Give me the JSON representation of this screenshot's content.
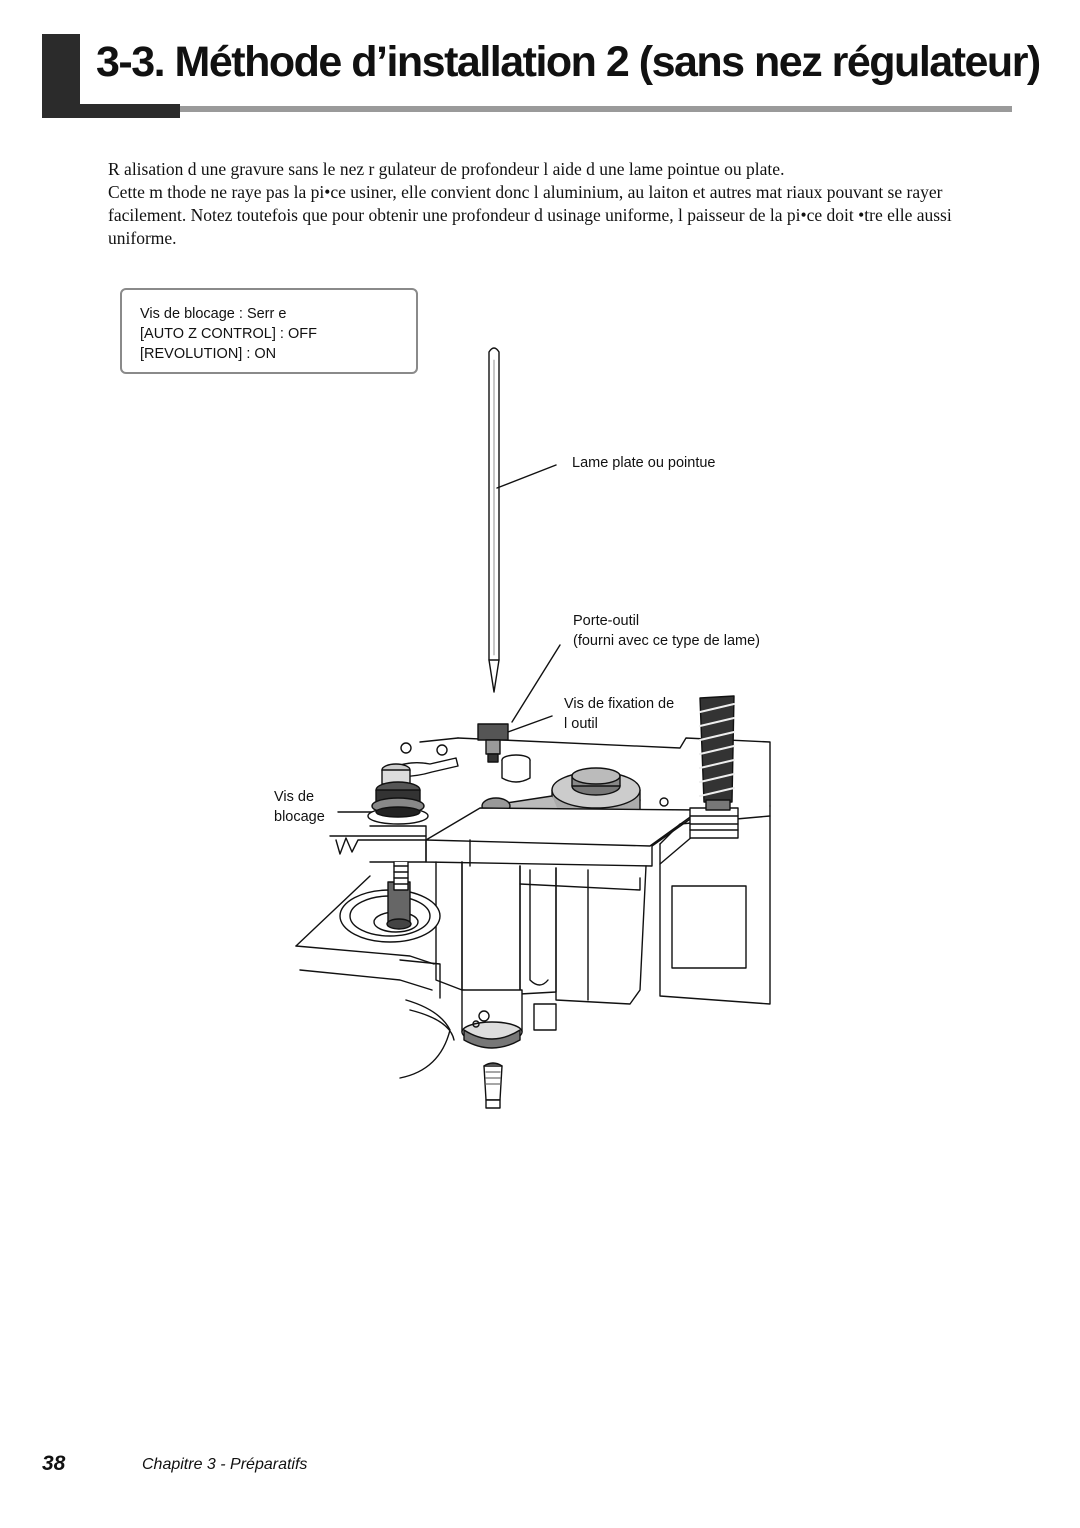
{
  "header": {
    "title": "3-3. Méthode d’installation 2 (sans nez régulateur)"
  },
  "intro": {
    "line1": "R  alisation d  une gravure sans le nez r  gulateur de profondeur    l aide d  une lame pointue ou plate.",
    "line2": "Cette m  thode ne raye pas la pi•ce    usiner, elle convient donc    l aluminium, au laiton et autres mat  riaux pouvant se rayer facilement. Notez toutefois que pour obtenir une profondeur d  usinage uniforme, l    paisseur de la pi•ce doit •tre elle aussi uniforme."
  },
  "settings": {
    "line1": "Vis de blocage : Serr  e",
    "line2": "[AUTO Z CONTROL] : OFF",
    "line3": "[REVOLUTION] : ON"
  },
  "labels": {
    "blade": "Lame plate ou pointue",
    "holder": "Porte-outil",
    "holder_note": "(fourni avec ce type de lame)",
    "fix_screw_1": "Vis de fixation de",
    "fix_screw_2": "l outil",
    "lock_screw_1": "Vis de",
    "lock_screw_2": "blocage"
  },
  "footer": {
    "page_number": "38",
    "chapter": "Chapitre 3 - Préparatifs"
  }
}
